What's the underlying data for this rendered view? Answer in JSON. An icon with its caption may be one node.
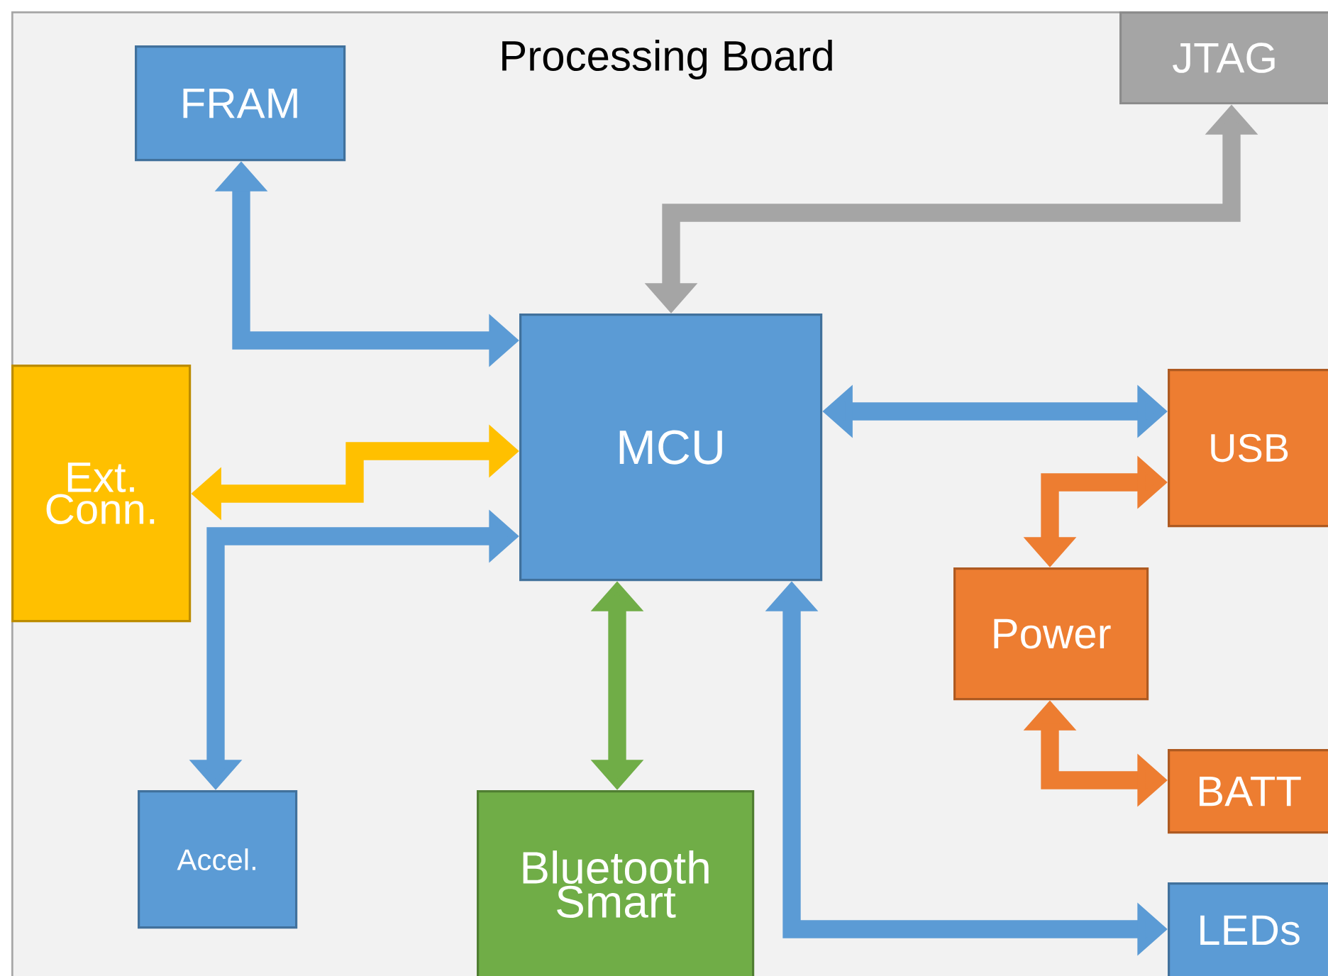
{
  "diagram": {
    "nodes": [
      {
        "text": [
          "Processing Board"
        ]
      },
      {
        "text": [
          "FRAM"
        ],
        "in": 0
      },
      {
        "text": [
          "JTAG"
        ],
        "in": 0
      },
      {
        "text": [
          "Ext. Conn."
        ],
        "in": 0
      },
      {
        "text": [
          "MCU"
        ],
        "in": 0
      },
      {
        "text": [
          "USB"
        ],
        "in": 0
      },
      {
        "text": [
          "Power"
        ],
        "in": 0
      },
      {
        "text": [
          "Accel."
        ],
        "in": 0
      },
      {
        "text": [
          "Bluetooth Smart"
        ],
        "in": 0
      },
      {
        "text": [
          "BATT"
        ],
        "in": 0
      },
      {
        "text": [
          "LEDs"
        ],
        "in": 0
      }
    ],
    "edges": [
      {
        "from": 1,
        "to": 4,
        "arrow": "both",
        "color": "#5b9bd5"
      },
      {
        "from": 2,
        "to": 4,
        "arrow": "both",
        "color": "#a5a5a5"
      },
      {
        "from": 3,
        "to": 4,
        "arrow": "both",
        "color": "#ffc000"
      },
      {
        "from": 4,
        "to": 7,
        "arrow": "both",
        "color": "#5b9bd5"
      },
      {
        "from": 4,
        "to": 5,
        "arrow": "both",
        "color": "#5b9bd5"
      },
      {
        "from": 4,
        "to": 8,
        "arrow": "both",
        "color": "#70ad47"
      },
      {
        "from": 4,
        "to": 10,
        "arrow": "both",
        "color": "#5b9bd5"
      },
      {
        "from": 5,
        "to": 6,
        "arrow": "both",
        "color": "#ed7d31"
      },
      {
        "from": 6,
        "to": 9,
        "arrow": "both",
        "color": "#ed7d31"
      }
    ]
  }
}
